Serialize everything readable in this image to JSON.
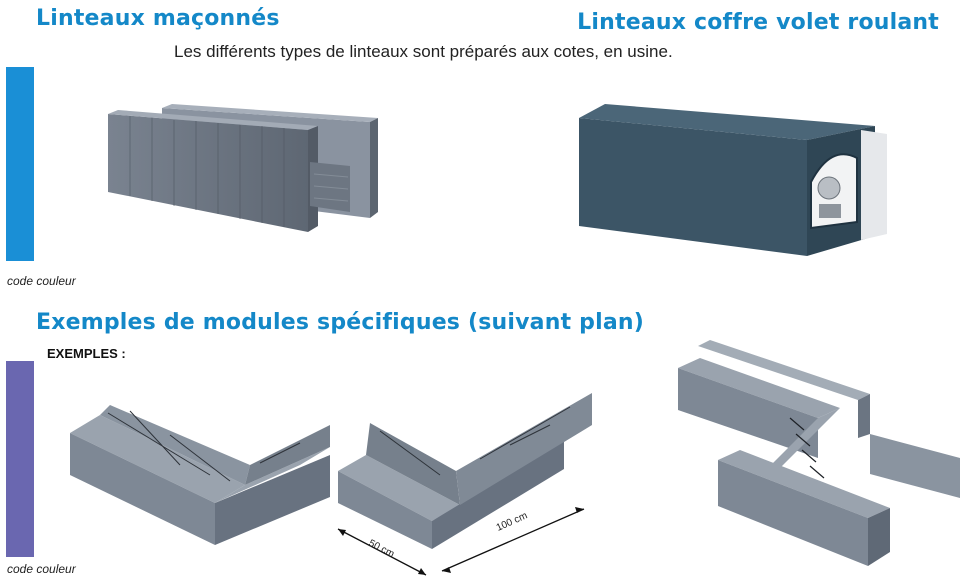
{
  "headings": {
    "linteaux_maconnes": "Linteaux maçonnés",
    "linteaux_coffre": "Linteaux coffre volet roulant",
    "modules_specifiques": "Exemples de modules spécifiques (suivant plan)"
  },
  "intro_text": "Les différents types de linteaux sont préparés aux cotes, en usine.",
  "exemples_label": "EXEMPLES :",
  "captions": {
    "code_couleur_1": "code couleur",
    "code_couleur_2": "code couleur"
  },
  "dimensions": {
    "short_side": "50 cm",
    "long_side": "100 cm"
  },
  "colors": {
    "heading": "#1488c8",
    "bar_linteaux": "#1a8fd6",
    "bar_modules": "#6a67b0",
    "block_gray": "#7b8593",
    "coffre_blue": "#3c5566"
  },
  "icons": {
    "linteau_maconne": "masonry-lintel-block-illustration",
    "coffre_volet": "roller-shutter-box-lintel-illustration",
    "module_angle_1": "corner-module-illustration",
    "module_angle_2": "corner-module-dimensioned-illustration",
    "module_z": "z-shaped-module-illustration"
  }
}
